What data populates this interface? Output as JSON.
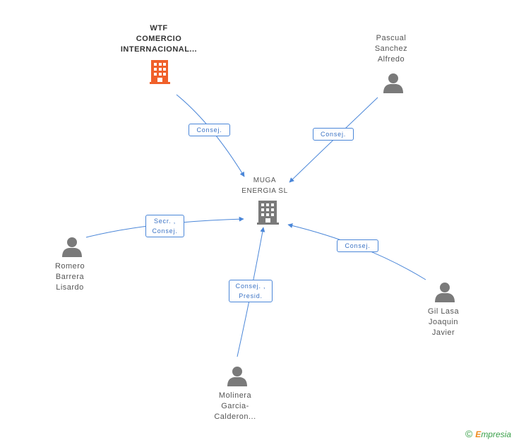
{
  "nodes": {
    "wtf": {
      "lines": [
        "WTF",
        "COMERCIO",
        "INTERNACIONAL..."
      ],
      "color": "#f0602a",
      "icon": "building-icon"
    },
    "muga": {
      "lines": [
        "MUGA",
        "ENERGIA SL"
      ],
      "color": "#7a7a7a",
      "icon": "building-icon"
    },
    "pascual": {
      "lines": [
        "Pascual",
        "Sanchez",
        "Alfredo"
      ],
      "icon": "person-icon"
    },
    "romero": {
      "lines": [
        "Romero",
        "Barrera",
        "Lisardo"
      ],
      "icon": "person-icon"
    },
    "gil": {
      "lines": [
        "Gil Lasa",
        "Joaquin",
        "Javier"
      ],
      "icon": "person-icon"
    },
    "molinera": {
      "lines": [
        "Molinera",
        "Garcia-",
        "Calderon..."
      ],
      "icon": "person-icon"
    }
  },
  "edges": {
    "wtf": {
      "lines": [
        "Consej."
      ]
    },
    "pascual": {
      "lines": [
        "Consej."
      ]
    },
    "romero": {
      "lines": [
        "Secr. ,",
        "Consej."
      ]
    },
    "gil": {
      "lines": [
        "Consej."
      ]
    },
    "molinera": {
      "lines": [
        "Consej. ,",
        "Presid."
      ]
    }
  },
  "colors": {
    "edge": "#4a86d8",
    "person": "#7a7a7a",
    "brand": "#3aa04a",
    "brand_accent": "#f08a1c"
  },
  "footer": {
    "copyright": "©",
    "brand_initial": "E",
    "brand_rest": "mpresia"
  }
}
